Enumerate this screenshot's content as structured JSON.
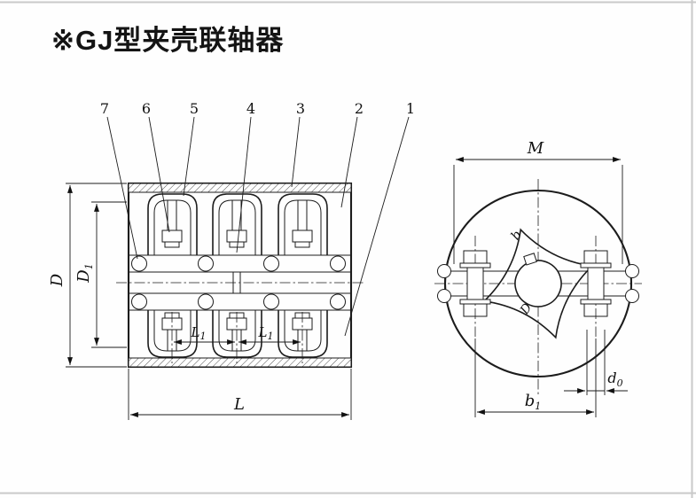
{
  "title": "※GJ型夹壳联轴器",
  "callouts": [
    "7",
    "6",
    "5",
    "4",
    "3",
    "2",
    "1"
  ],
  "side_view": {
    "dim_D": "D",
    "dim_D1_main": "D",
    "dim_D1_sub": "1",
    "dim_L": "L",
    "dim_L1_main": "L",
    "dim_L1_sub": "1"
  },
  "end_view": {
    "dim_M": "M",
    "label_b": "b",
    "label_D": "D",
    "dim_b1_main": "b",
    "dim_b1_sub": "1",
    "dim_d0_main": "d",
    "dim_d0_sub": "0"
  }
}
